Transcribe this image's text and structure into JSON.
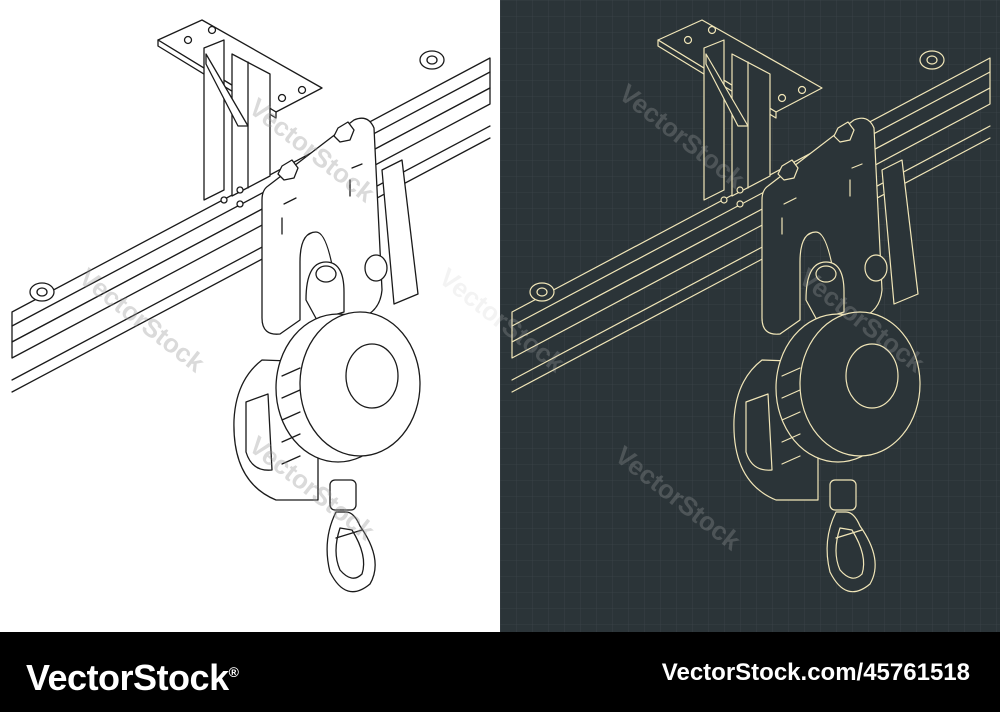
{
  "colors": {
    "light_bg": "#ffffff",
    "dark_bg": "#2b3438",
    "light_stroke": "#1a1a1a",
    "dark_stroke": "#f1e6b8",
    "footer_bg": "#000000",
    "footer_text": "#ffffff"
  },
  "drawing": {
    "subject": "trolley with self-retracting fall arrest block on overhead beam",
    "views": [
      "light-background",
      "dark-blueprint-background"
    ]
  },
  "watermark": {
    "text": "VectorStock"
  },
  "footer": {
    "brand": "VectorStock",
    "brand_mark": "®",
    "credit": "VectorStock.com/45761518"
  }
}
